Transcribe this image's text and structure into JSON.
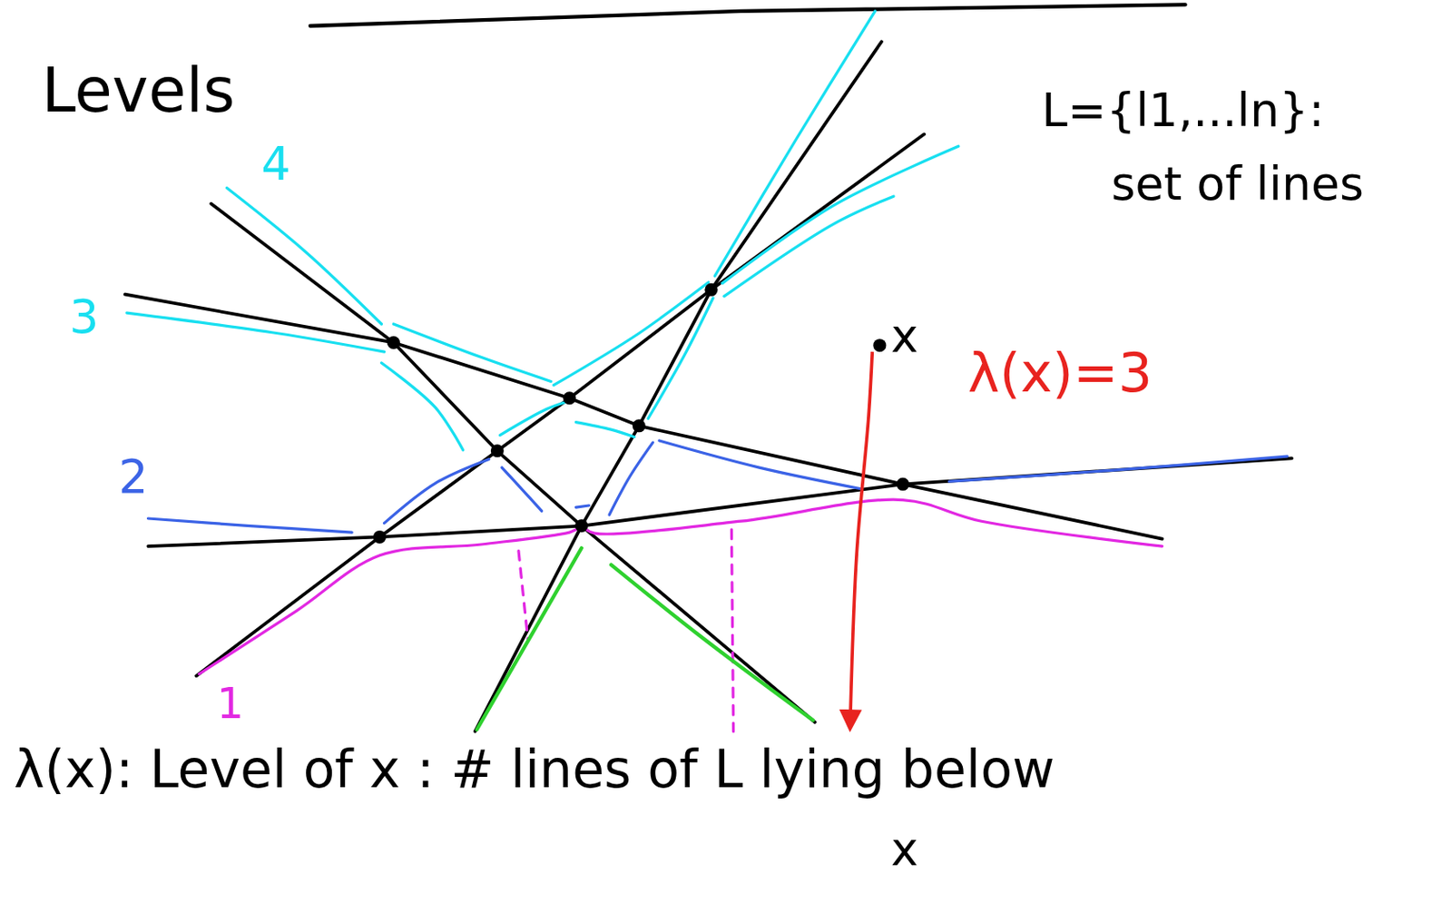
{
  "diagram": {
    "title": "Levels",
    "labels": [
      "L={l1,...ln}:",
      "set of lines",
      "4",
      "3",
      "x",
      "λ(x)=3",
      "2",
      "1",
      "λ(x): Level of x : # lines of L lying below",
      "x"
    ]
  }
}
